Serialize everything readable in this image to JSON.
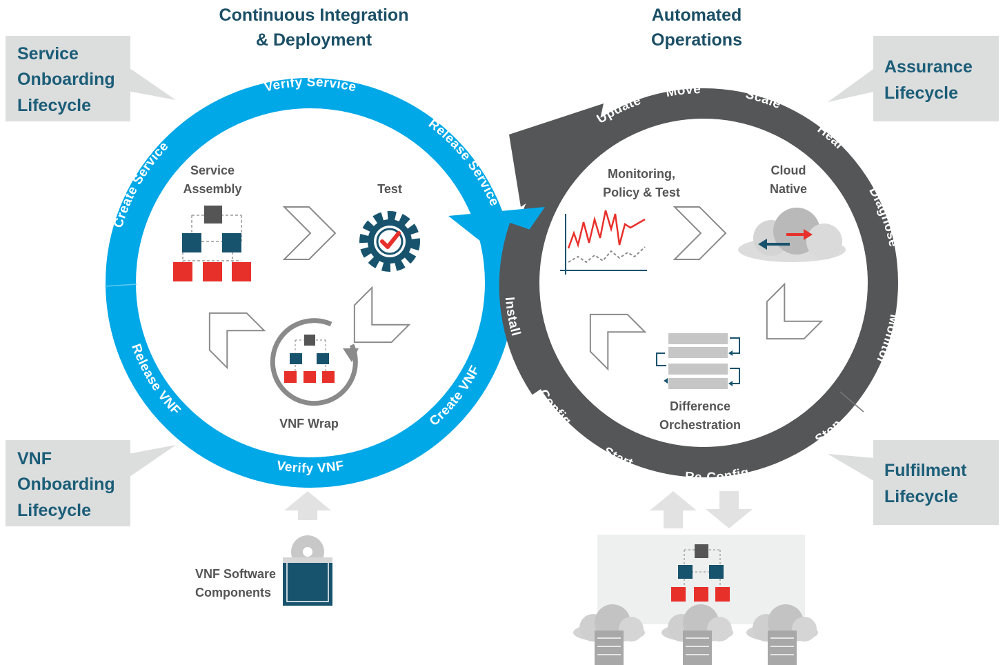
{
  "titles": {
    "ci_line1": "Continuous Integration",
    "ci_line2": "& Deployment",
    "ops_line1": "Automated",
    "ops_line2": "Operations"
  },
  "boxes": {
    "service_onboarding": [
      "Service",
      "Onboarding",
      "Lifecycle"
    ],
    "vnf_onboarding": [
      "VNF",
      "Onboarding",
      "Lifecycle"
    ],
    "assurance": [
      "Assurance",
      "Lifecycle"
    ],
    "fulfilment": [
      "Fulfilment",
      "Lifecycle"
    ]
  },
  "blue_ring": {
    "verify_service": "Verify Service",
    "release_service": "Release Service",
    "create_service": "Create Service",
    "release_vnf": "Release VNF",
    "verify_vnf": "Verify VNF",
    "create_vnf": "Create VNF"
  },
  "grey_ring": {
    "update": "Update",
    "move": "Move",
    "scale": "Scale",
    "heal": "Heal",
    "diagnose": "Diagnose",
    "monitor": "Monitor",
    "stop": "Stop",
    "reconfig": "Re-Config",
    "start": "Start",
    "config": "Config",
    "install": "Install"
  },
  "labels": {
    "service": "Service",
    "assembly": "Assembly",
    "test": "Test",
    "vnf_wrap": "VNF Wrap",
    "monitoring": "Monitoring,",
    "policy_test": "Policy & Test",
    "cloud": "Cloud",
    "native": "Native",
    "difference": "Difference",
    "orchestration": "Orchestration",
    "vnf_software": "VNF Software",
    "components": "Components"
  },
  "colors": {
    "blue_ring": "#00a8e8",
    "grey_ring": "#555657",
    "dark_teal": "#18536d",
    "red": "#e8302b",
    "box_bg": "#dcdddd"
  }
}
